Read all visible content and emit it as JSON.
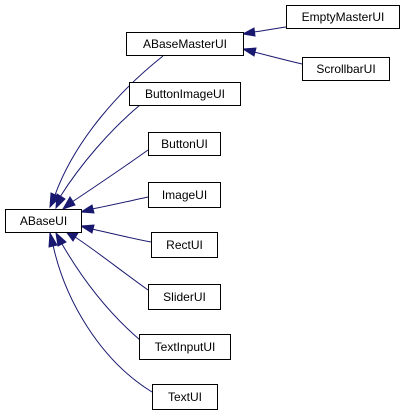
{
  "diagram": {
    "type": "class-inheritance-graph",
    "edge_color": "#191970",
    "nodes": {
      "abaseui": "ABaseUI",
      "abasemasterui": "ABaseMasterUI",
      "emptymasterui": "EmptyMasterUI",
      "scrollbarui": "ScrollbarUI",
      "buttonimageui": "ButtonImageUI",
      "buttonui": "ButtonUI",
      "imageui": "ImageUI",
      "rectui": "RectUI",
      "sliderui": "SliderUI",
      "textinputui": "TextInputUI",
      "textui": "TextUI"
    },
    "edges": [
      {
        "from": "abasemasterui",
        "to": "abaseui"
      },
      {
        "from": "buttonimageui",
        "to": "abaseui"
      },
      {
        "from": "buttonui",
        "to": "abaseui"
      },
      {
        "from": "imageui",
        "to": "abaseui"
      },
      {
        "from": "rectui",
        "to": "abaseui"
      },
      {
        "from": "sliderui",
        "to": "abaseui"
      },
      {
        "from": "textinputui",
        "to": "abaseui"
      },
      {
        "from": "textui",
        "to": "abaseui"
      },
      {
        "from": "emptymasterui",
        "to": "abasemasterui"
      },
      {
        "from": "scrollbarui",
        "to": "abasemasterui"
      }
    ]
  }
}
